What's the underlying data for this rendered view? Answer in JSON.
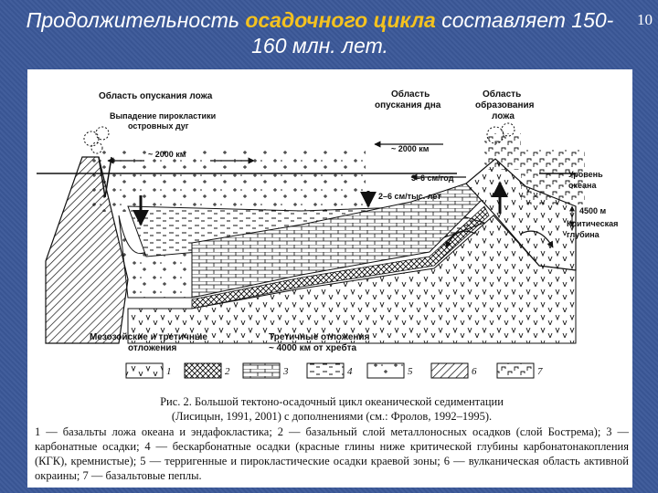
{
  "slide": {
    "title_part1": "Продолжительность ",
    "title_highlight": "осадочного цикла",
    "title_part2": " составляет 150-160 млн. лет.",
    "page_number": "10"
  },
  "figure": {
    "labels": {
      "subsidence_floor": "Область опускания ложа",
      "pyroclastics_1": "Выпадение пирокластики",
      "pyroclastics_2": "островных дуг",
      "dist_left": "~ 2000 км",
      "bottom_subsidence_1": "Область",
      "bottom_subsidence_2": "опускания дна",
      "floor_formation_1": "Область",
      "floor_formation_2": "образования",
      "floor_formation_3": "ложа",
      "dist_right": "~ 2000 км",
      "rate_spreading": "3–6 см/год",
      "rate_sink": "2–6 см/тыс. лет",
      "ocean_level_1": "Уровень",
      "ocean_level_2": "океана",
      "depth": "4500 м",
      "critical_1": "Критическая",
      "critical_2": "глубина",
      "mesozoic_1": "Мезозойские и третичные",
      "mesozoic_2": "отложения",
      "tertiary_1": "Третичные отложения",
      "tertiary_2": "~ 4000 км от хребта"
    },
    "legend": [
      "1",
      "2",
      "3",
      "4",
      "5",
      "6",
      "7"
    ],
    "caption": {
      "title": "Рис. 2. Большой тектоно-осадочный цикл океанической седиментации",
      "subtitle": "(Лисицын, 1991, 2001) с дополнениями (см.: Фролов, 1992–1995).",
      "legend_text": "1 — базальты ложа океана и эндафокластика; 2 — базальный слой металлоносных осадков (слой Бострема); 3 — карбонатные осадки; 4 — бескарбонатные осадки (красные глины ниже критической глубины карбонатонакопления (КГК), кремнистые); 5 — терригенные и пирокластические осадки краевой зоны; 6 — вулканическая область активной окраины; 7 — базальтовые пеплы."
    }
  }
}
